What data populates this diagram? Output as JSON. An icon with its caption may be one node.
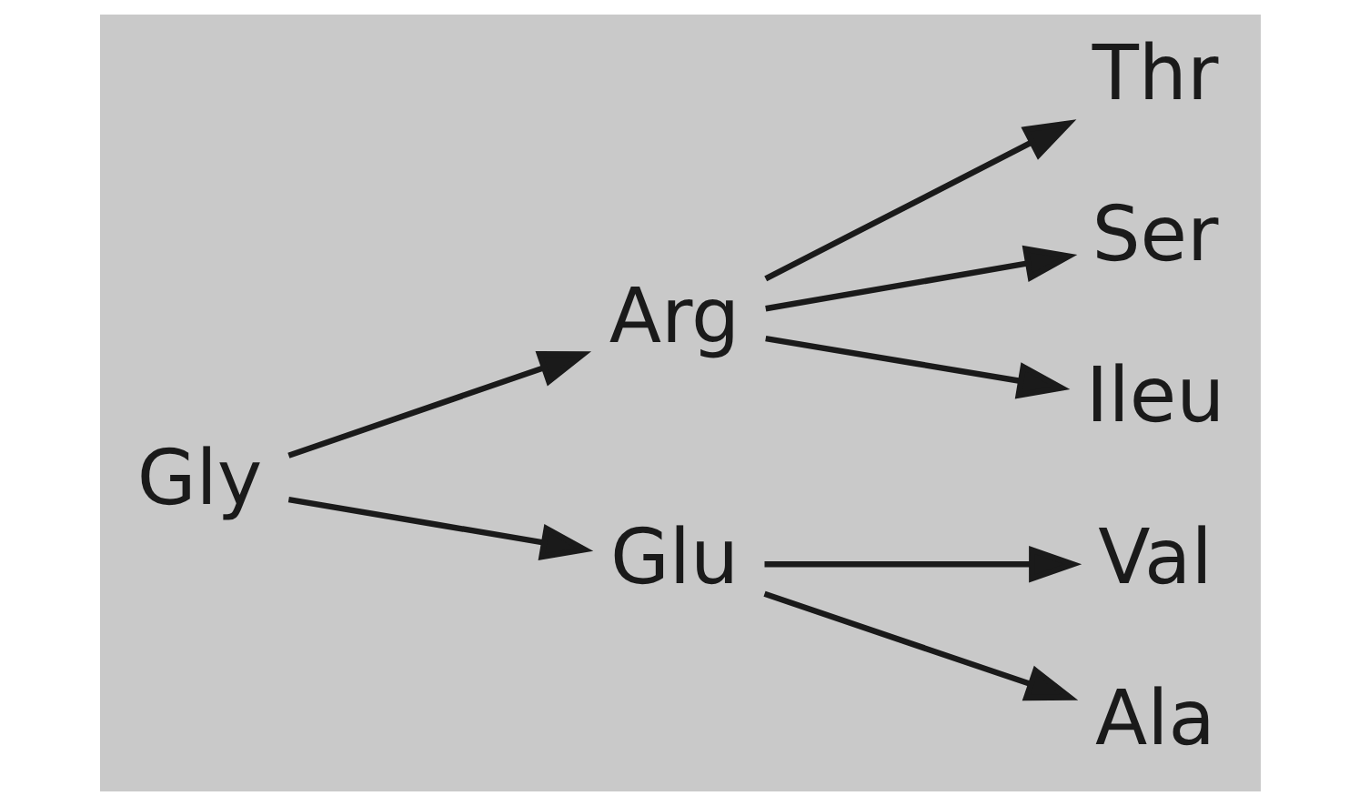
{
  "diagram": {
    "nodes": [
      {
        "text": [
          "Gly"
        ]
      },
      {
        "text": [
          "Arg"
        ]
      },
      {
        "text": [
          "Glu"
        ]
      },
      {
        "text": [
          "Thr"
        ]
      },
      {
        "text": [
          "Ser"
        ]
      },
      {
        "text": [
          "Ileu"
        ]
      },
      {
        "text": [
          "Val"
        ]
      },
      {
        "text": [
          "Ala"
        ]
      }
    ],
    "edges": [
      {
        "from": 0,
        "to": 1,
        "arrow": "to"
      },
      {
        "from": 0,
        "to": 2,
        "arrow": "to"
      },
      {
        "from": 1,
        "to": 3,
        "arrow": "to"
      },
      {
        "from": 1,
        "to": 4,
        "arrow": "to"
      },
      {
        "from": 1,
        "to": 5,
        "arrow": "to"
      },
      {
        "from": 2,
        "to": 6,
        "arrow": "to"
      },
      {
        "from": 2,
        "to": 7,
        "arrow": "to"
      }
    ]
  }
}
